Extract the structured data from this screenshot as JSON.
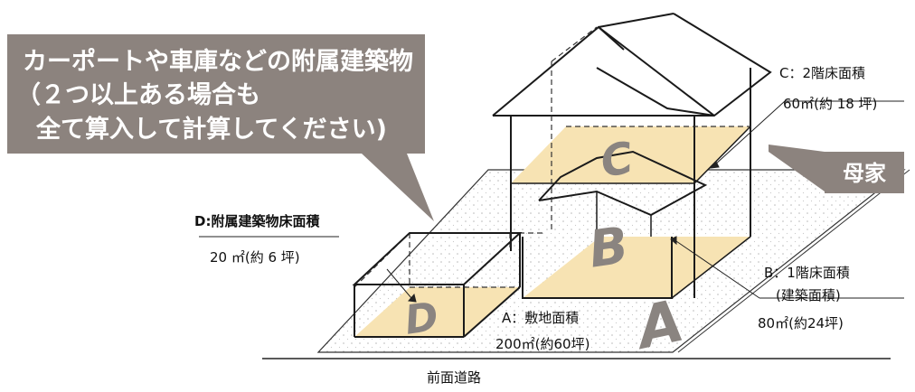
{
  "callout": {
    "line1": "カーポートや車庫などの附属建築物",
    "line2": "（２つ以上ある場合も",
    "line3": "全て算入して計算してください)"
  },
  "main_house_badge": "母家",
  "labels": {
    "c_title": "C：2階床面積",
    "c_value": "60㎡(約 18 坪)",
    "d_title": "D:附属建築物床面積",
    "d_value": "20 ㎡(約 6 坪)",
    "a_title": "A：敷地面積",
    "a_value": "200㎡(約60坪)",
    "b_title": "B：1階床面積",
    "b_sub": "(建築面積)",
    "b_value": "80㎡(約24坪)",
    "road": "前面道路"
  },
  "letters": {
    "a": "A",
    "b": "B",
    "c": "C",
    "d": "D"
  },
  "colors": {
    "callout_bg": "#8c837e",
    "floor_fill": "#f7e3b3",
    "line": "#1a1a1a",
    "letter": "#8a8480"
  }
}
